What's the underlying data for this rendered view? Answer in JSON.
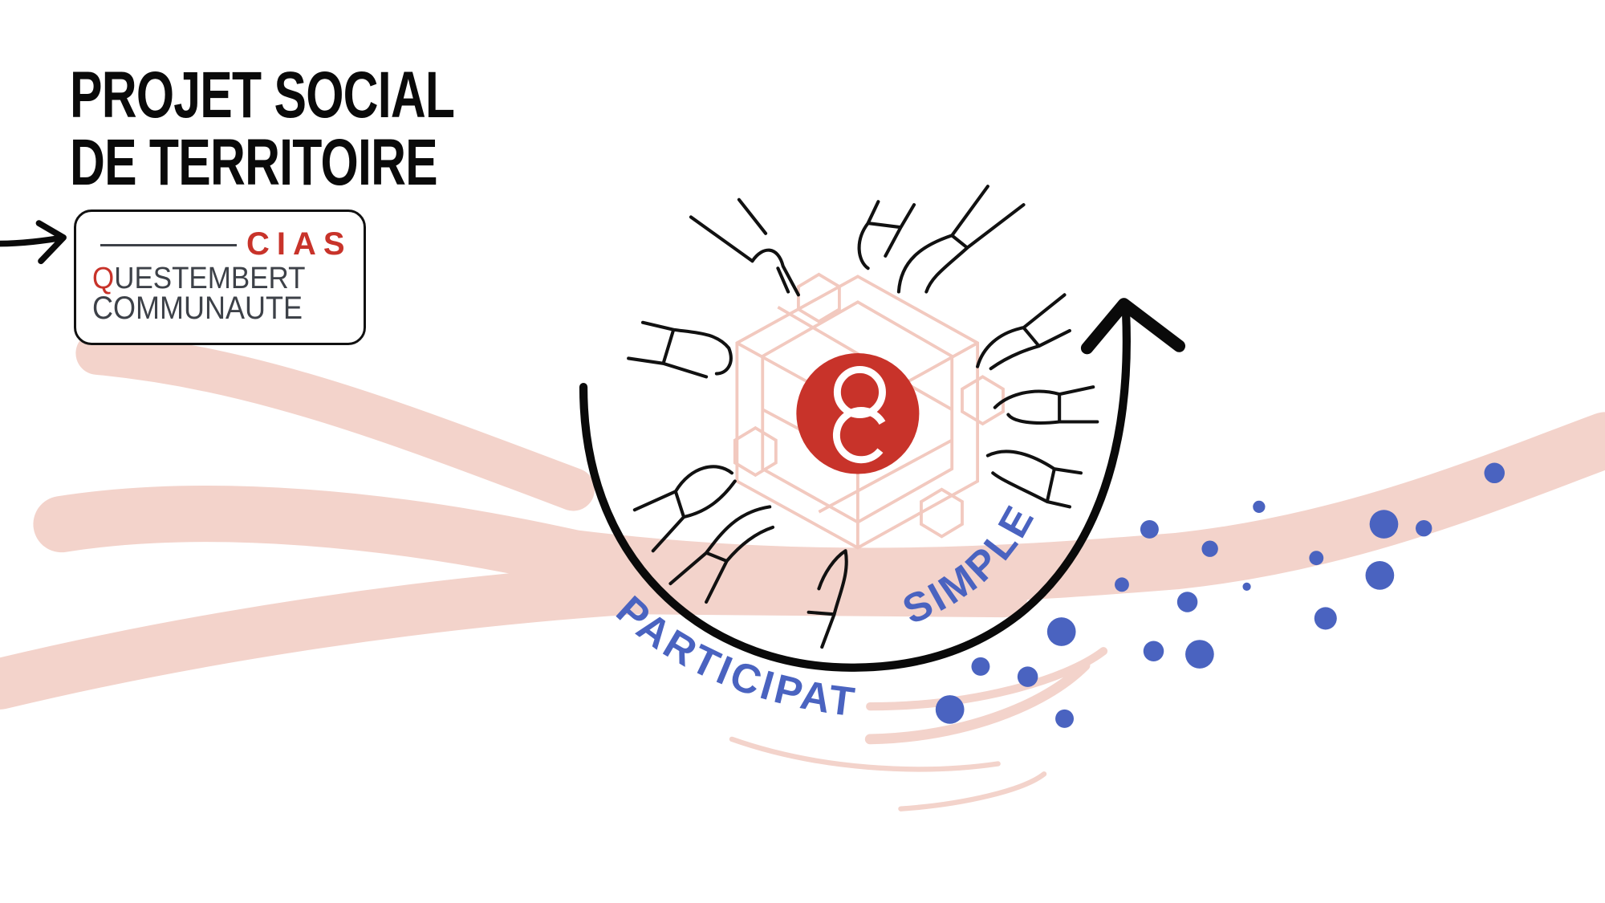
{
  "title": {
    "line1": "PROJET SOCIAL",
    "line2": "DE TERRITOIRE"
  },
  "logo": {
    "cias": "CIAS",
    "line1": "QUESTEMBERT",
    "line2": "COMMUNAUTE"
  },
  "diagram": {
    "word_left": "PARTICIPATIF",
    "word_right": "SIMPLE"
  },
  "colors": {
    "brand_red": "#c8332a",
    "accent_blue": "#4a63c0",
    "brush_pink": "#f3d3cb",
    "logo_grey": "#3d4148"
  }
}
